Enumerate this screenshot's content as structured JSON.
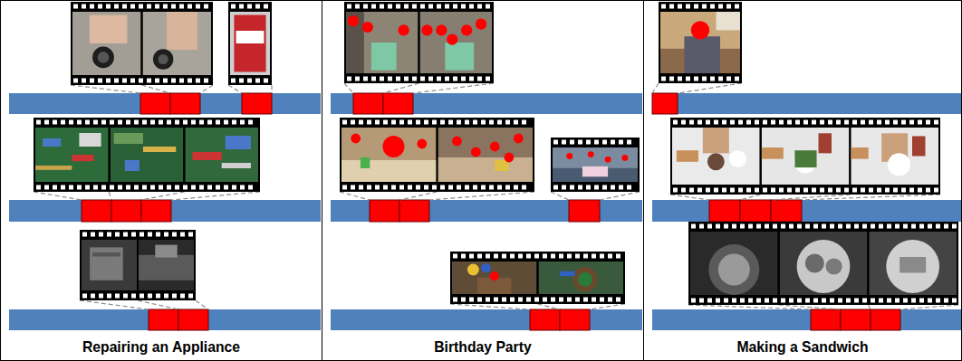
{
  "diagram": {
    "nodes": [
      {
        "text": [
          "Repairing an Appliance"
        ]
      },
      {
        "text": [
          "Birthday Party"
        ]
      },
      {
        "text": [
          "Making a Sandwich"
        ]
      }
    ]
  }
}
